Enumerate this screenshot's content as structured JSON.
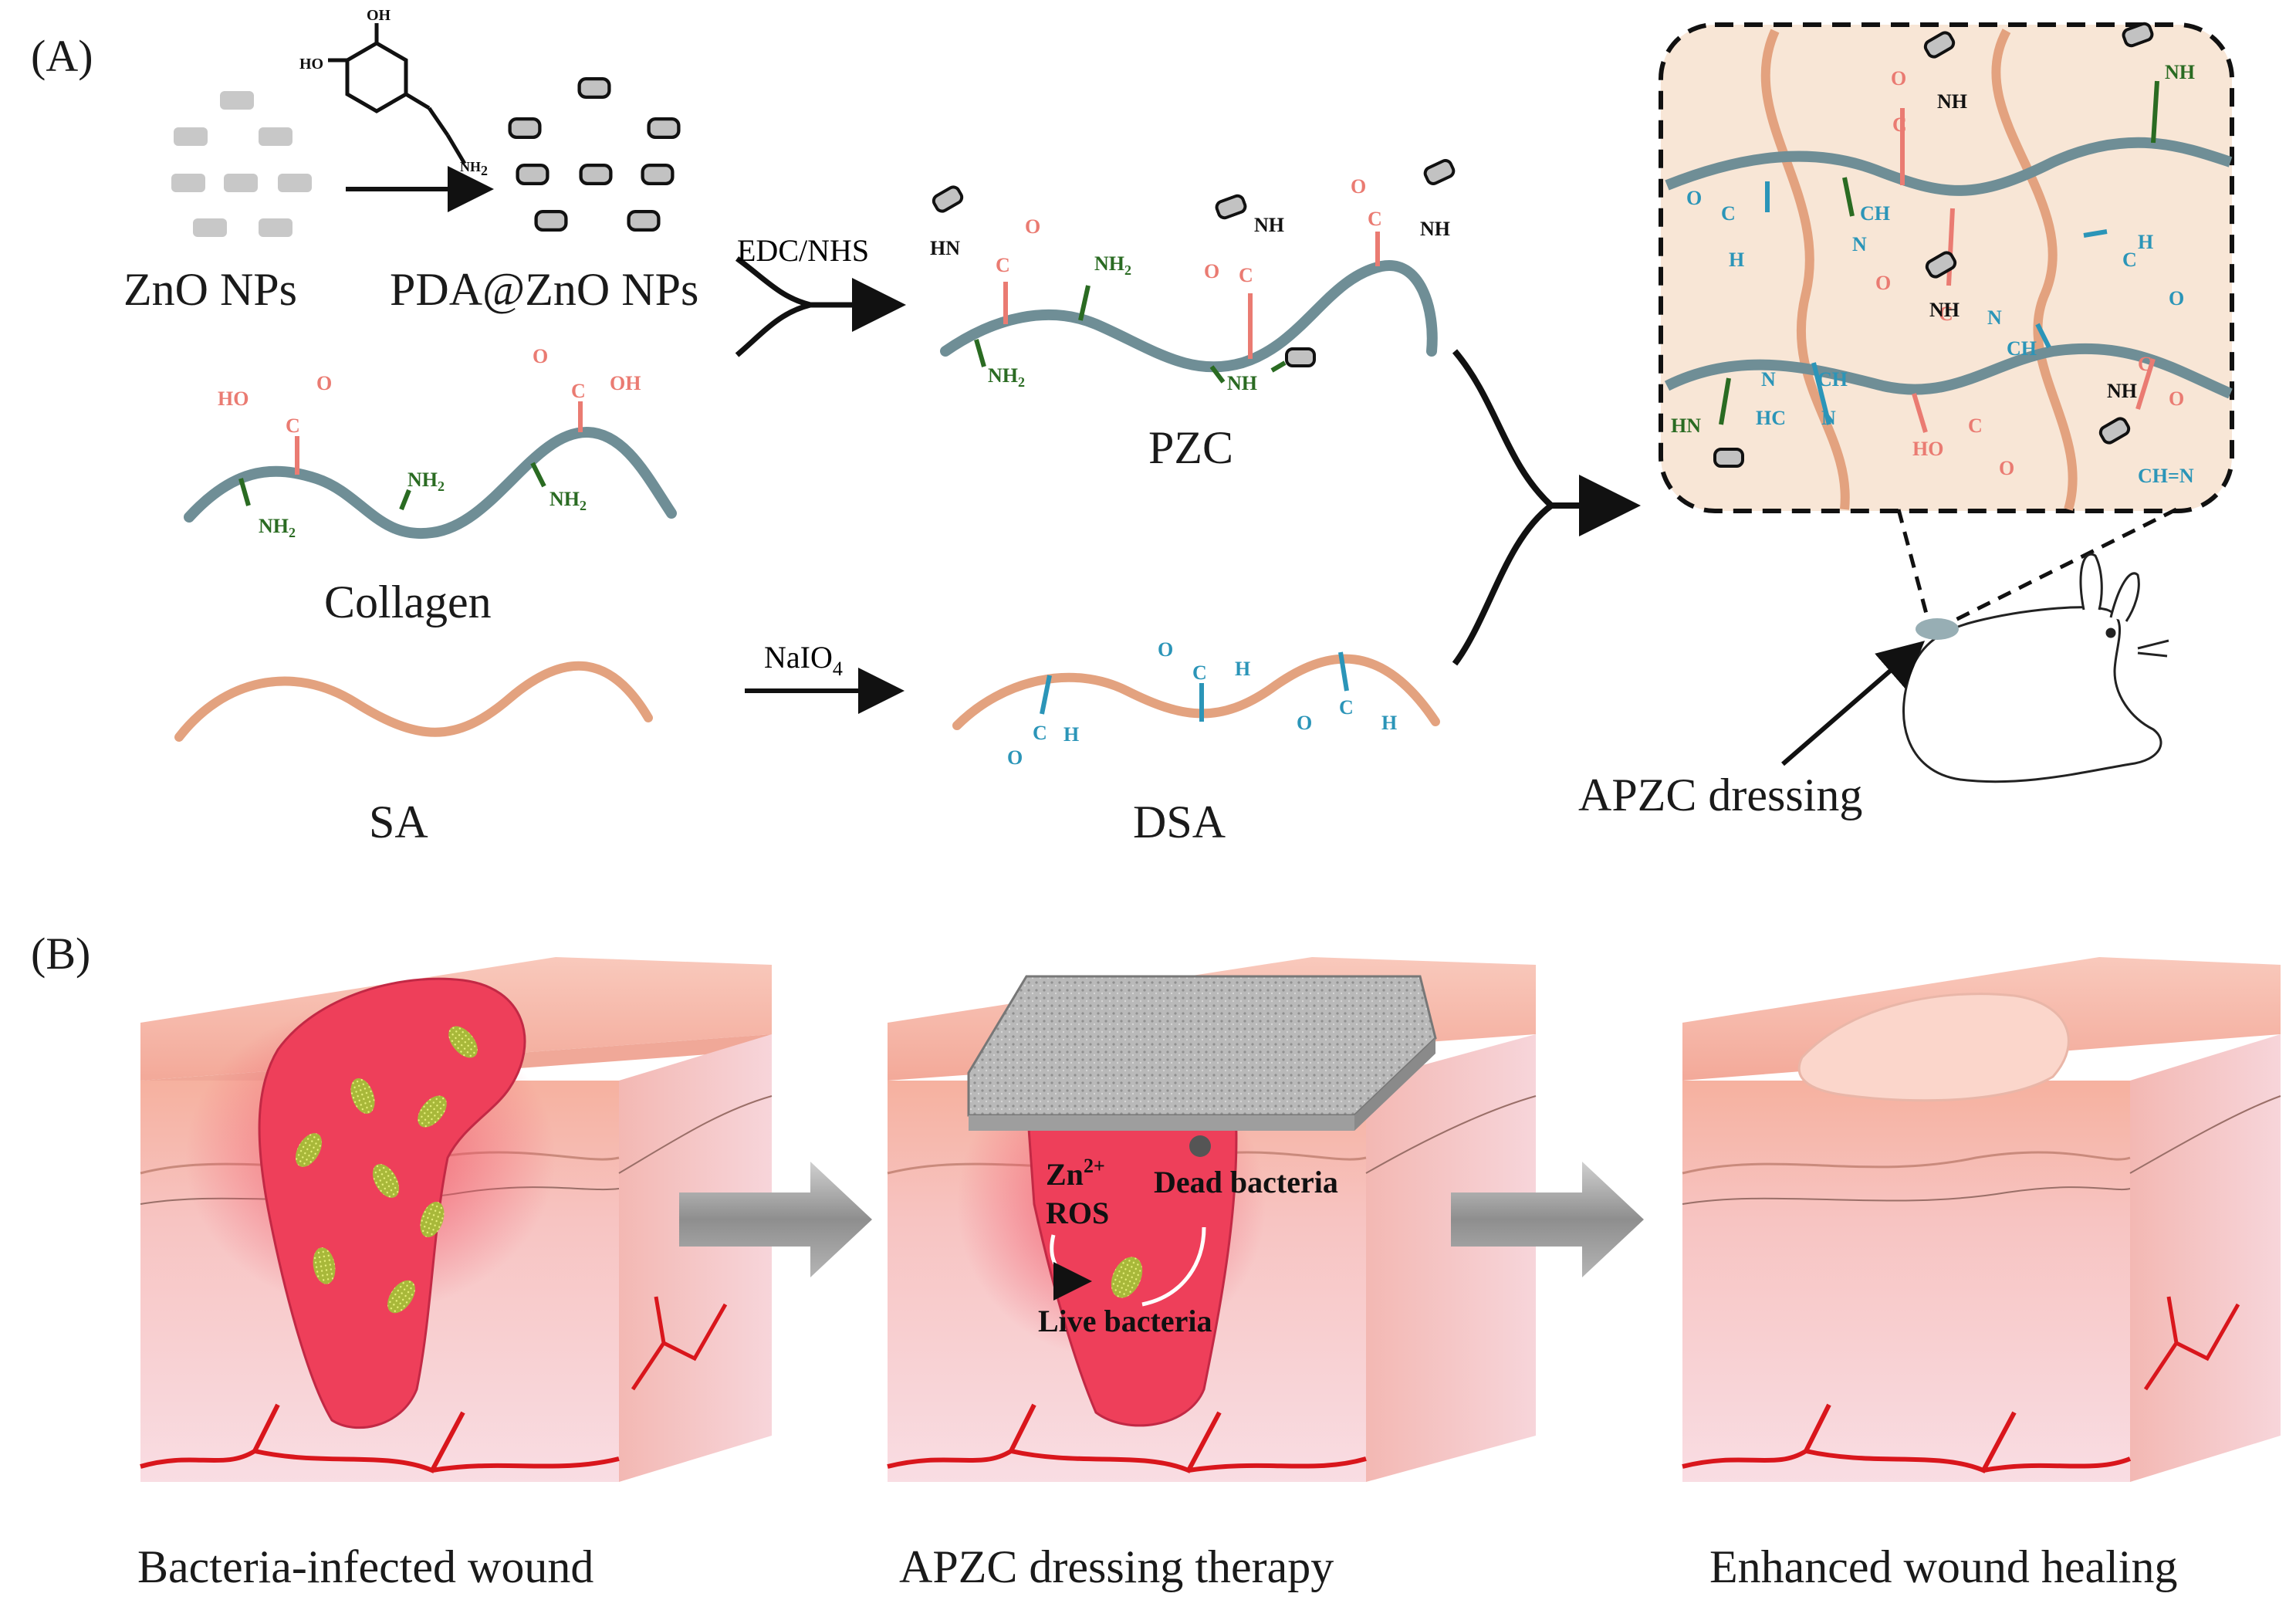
{
  "panels": {
    "a": "(A)",
    "b": "(B)"
  },
  "labels": {
    "zno": "ZnO NPs",
    "pdazno": "PDA@ZnO NPs",
    "collagen": "Collagen",
    "sa": "SA",
    "pzc": "PZC",
    "dsa": "DSA",
    "apzc": "APZC dressing",
    "edc": "EDC/NHS",
    "naio": "NaIO",
    "naio_sub": "4"
  },
  "chem": {
    "ho": "HO",
    "oh": "OH",
    "nh2": "NH",
    "two": "2",
    "nh": "NH",
    "hn": "HN",
    "c": "C",
    "o": "O",
    "h": "H",
    "ch": "CH",
    "hc": "HC",
    "n": "N",
    "ch_n": "CH=N",
    "ho_dash": "HO",
    "o_dash": "O"
  },
  "panel_b": {
    "caption1": "Bacteria-infected wound",
    "caption2": "APZC dressing therapy",
    "caption3": "Enhanced wound healing",
    "zn": "Zn",
    "zn_sup": "2+",
    "ros": "ROS",
    "dead": "Dead bacteria",
    "live": "Live bacteria"
  },
  "colors": {
    "collagen_chain": "#6f8e96",
    "sa_chain": "#e3a27f",
    "amine": "#2a6b22",
    "carboxyl": "#ea7b72",
    "aldehyde": "#2b95b8",
    "hydrogel_bg": "#f8e6d6",
    "wound": "#ee3f5a",
    "skin": "#f8d0cc",
    "vessel": "#d9161c",
    "arrow_gray": "#9e9e9e"
  }
}
